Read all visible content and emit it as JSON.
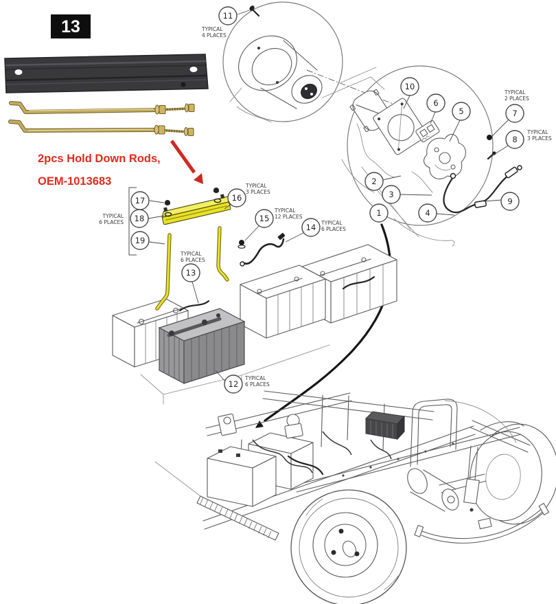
{
  "colors": {
    "highlight_yellow": "#e9e122",
    "highlight_yellow_light": "#f4ef62",
    "highlight_yellow_dark": "#b5ad14",
    "caption_red": "#e02b1e",
    "arrow_red": "#cc2a22",
    "badge_black": "#0e0e0e"
  },
  "badge": {
    "label": "13"
  },
  "caption": {
    "line1": "2pcs Hold Down Rods,",
    "line2": "OEM-1013683"
  },
  "callouts": {
    "c1": "1",
    "c2": "2",
    "c3": "3",
    "c4": "4",
    "c5": "5",
    "c6": "6",
    "c7": "7",
    "c8": "8",
    "c9": "9",
    "c10": "10",
    "c11": "11",
    "c12": "12",
    "c13": "13",
    "c14": "14",
    "c15": "15",
    "c16": "16",
    "c17": "17",
    "c18": "18",
    "c19": "19"
  },
  "typical_labels": [
    {
      "l1": "TYPICAL",
      "l2": "4 PLACES"
    },
    {
      "l1": "TYPICAL",
      "l2": "2 PLACES"
    },
    {
      "l1": "TYPICAL",
      "l2": "3 PLACES"
    },
    {
      "l1": "TYPICAL",
      "l2": "3 PLACES"
    },
    {
      "l1": "TYPICAL",
      "l2": "12 PLACES"
    },
    {
      "l1": "TYPICAL",
      "l2": "6 PLACES"
    },
    {
      "l1": "TYPICAL",
      "l2": "6 PLACES"
    },
    {
      "l1": "TYPICAL",
      "l2": "6 PLACES"
    },
    {
      "l1": "TYPICAL",
      "l2": "6 PLACES"
    }
  ]
}
